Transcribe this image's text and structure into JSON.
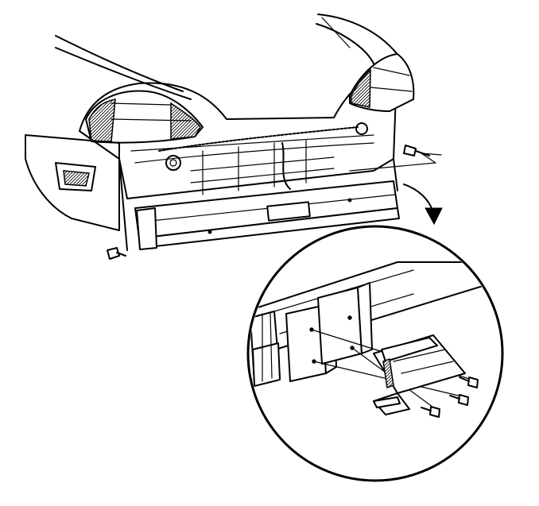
{
  "figure": {
    "colors": {
      "line": "#000000",
      "background": "#ffffff"
    },
    "parts": [
      "rear-body-panel",
      "left-tail-lamp",
      "right-tail-lamp",
      "trunk-lid",
      "wiring-harness",
      "bumper-reinforcement-bar",
      "left-fascia-end",
      "bolt-right",
      "bolt-lower-left",
      "detail-callout-arrow",
      "detail-magnifier-circle",
      "detail-bracket-pair",
      "detail-energy-absorber-bracket",
      "detail-bolts"
    ]
  }
}
